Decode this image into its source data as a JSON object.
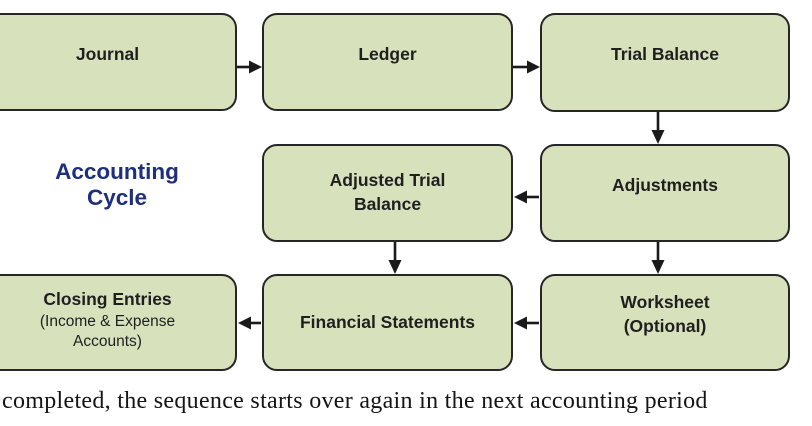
{
  "diagram": {
    "heading": "Accounting\nCycle",
    "boxes": [
      {
        "id": "journal",
        "title": "Journal"
      },
      {
        "id": "ledger",
        "title": "Ledger"
      },
      {
        "id": "trial-balance",
        "title": "Trial Balance"
      },
      {
        "id": "adjusted-trial-balance",
        "title": "Adjusted Trial\nBalance"
      },
      {
        "id": "adjustments",
        "title": "Adjustments"
      },
      {
        "id": "closing-entries",
        "title": "Closing Entries",
        "subtitle": "(Income & Expense\nAccounts)"
      },
      {
        "id": "financial-statements",
        "title": "Financial Statements"
      },
      {
        "id": "worksheet",
        "title": "Worksheet\n(Optional)"
      }
    ],
    "connections": [
      {
        "from": "journal",
        "to": "ledger",
        "direction": "right"
      },
      {
        "from": "ledger",
        "to": "trial-balance",
        "direction": "right"
      },
      {
        "from": "trial-balance",
        "to": "adjustments",
        "direction": "down"
      },
      {
        "from": "adjustments",
        "to": "adjusted-trial-balance",
        "direction": "left"
      },
      {
        "from": "adjusted-trial-balance",
        "to": "financial-statements",
        "direction": "down"
      },
      {
        "from": "adjustments",
        "to": "worksheet",
        "direction": "down"
      },
      {
        "from": "worksheet",
        "to": "financial-statements",
        "direction": "left"
      },
      {
        "from": "financial-statements",
        "to": "closing-entries",
        "direction": "left"
      }
    ],
    "colors": {
      "box_fill": "#d7e2bd",
      "box_border": "#262626",
      "arrow": "#1a1a1a",
      "heading_text": "#1e2f7d",
      "box_text": "#1f1f1f"
    }
  },
  "caption": {
    "text": "completed, the sequence starts over again in the next accounting period"
  }
}
